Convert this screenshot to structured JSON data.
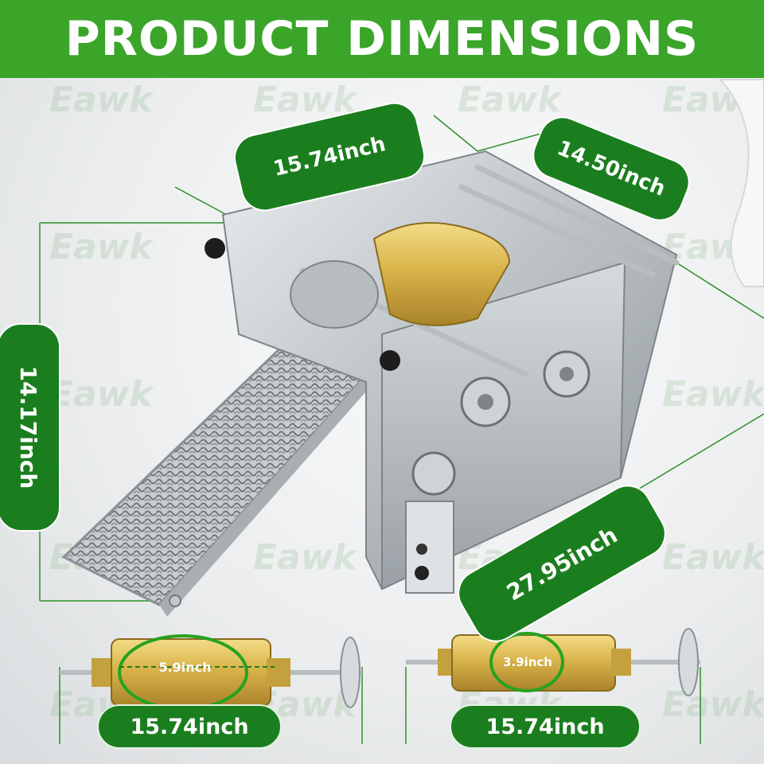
{
  "header": {
    "title": "PRODUCT DIMENSIONS"
  },
  "watermark": {
    "text": "Eawk"
  },
  "dimensions": {
    "top_width": "15.74inch",
    "depth": "14.50inch",
    "height": "14.17inch",
    "length": "27.95inch",
    "roller_large_diameter": "5.9inch",
    "roller_large_length": "15.74inch",
    "roller_small_diameter": "3.9inch",
    "roller_small_length": "15.74inch"
  },
  "colors": {
    "header_green": "#3aa529",
    "label_green": "#1b7e1e",
    "roller_gold": "#d9b44a"
  }
}
